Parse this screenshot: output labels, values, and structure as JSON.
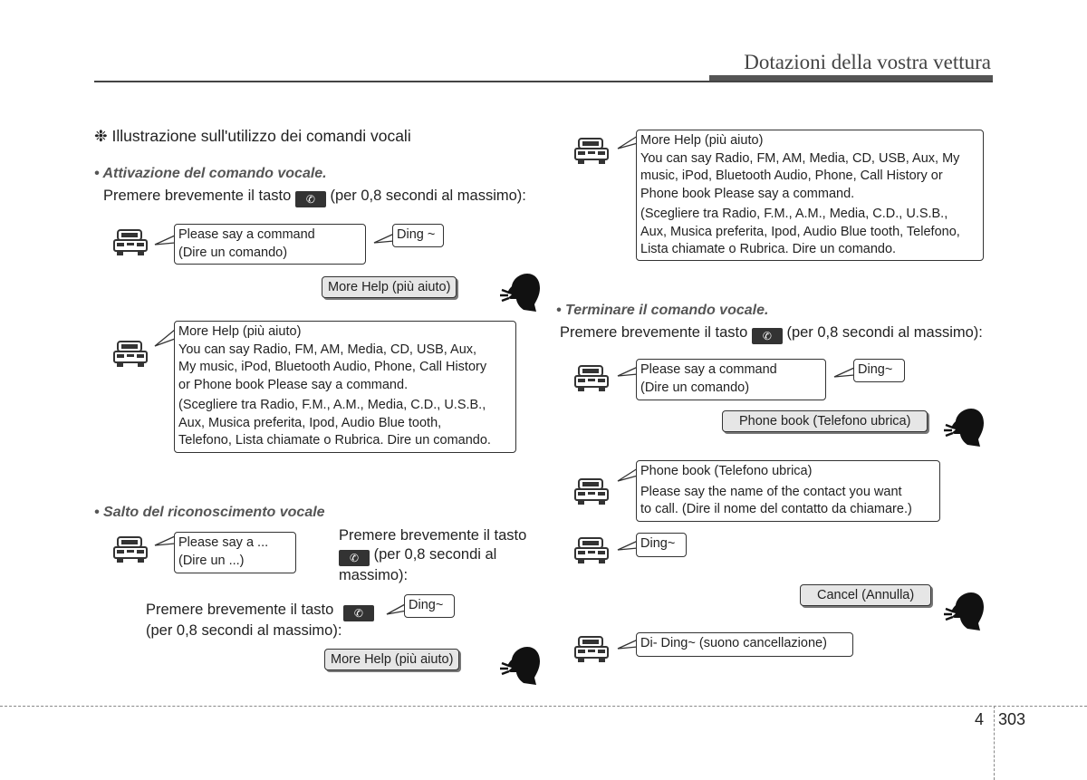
{
  "header": {
    "title": "Dotazioni della vostra vettura"
  },
  "intro": {
    "symbol": "❉",
    "heading": "Illustrazione sull'utilizzo dei comandi vocali"
  },
  "sections": {
    "activate": {
      "title": "• Attivazione del comando vocale.",
      "instruction_pre": "Premere brevemente il tasto",
      "instruction_post": "(per 0,8 secondi al massimo):",
      "car1_l1": "Please say a command",
      "car1_l2": "(Dire un comando)",
      "ding": "Ding ~",
      "speaker": "More Help (più aiuto)",
      "help_l1": "More Help (più aiuto)",
      "help_l2": "You can say Radio, FM, AM, Media, CD, USB, Aux,",
      "help_l3": "My music, iPod, Bluetooth Audio, Phone, Call History",
      "help_l4": "or Phone book Please say a command.",
      "help_l5": "(Scegliere tra Radio, F.M., A.M., Media, C.D., U.S.B.,",
      "help_l6": "Aux, Musica preferita, Ipod, Audio Blue tooth,",
      "help_l7": "Telefono, Lista chiamate o Rubrica. Dire un comando."
    },
    "skip": {
      "title": "• Salto del riconoscimento vocale",
      "car_l1": "Please say a ...",
      "car_l2": "(Dire un ...)",
      "instr_a1": "Premere brevemente il tasto",
      "instr_a2": "(per 0,8 secondi al",
      "instr_a3": "massimo):",
      "instr_b1": "Premere brevemente il tasto",
      "instr_b2": "(per 0,8 secondi al massimo):",
      "ding": "Ding~",
      "speaker": "More Help (più aiuto)"
    },
    "right_help": {
      "l1": "More Help (più aiuto)",
      "l2": "You can say Radio, FM, AM, Media, CD, USB, Aux, My",
      "l3": "music, iPod, Bluetooth Audio, Phone, Call History or",
      "l4": "Phone book Please say a command.",
      "l5": "(Scegliere tra Radio, F.M., A.M., Media, C.D., U.S.B.,",
      "l6": "Aux, Musica preferita, Ipod, Audio Blue tooth, Telefono,",
      "l7": "Lista chiamate o Rubrica. Dire un comando."
    },
    "end": {
      "title": "• Terminare il comando vocale.",
      "instruction_pre": "Premere brevemente il tasto",
      "instruction_post": "(per 0,8 secondi al massimo):",
      "car1_l1": "Please say a command",
      "car1_l2": "(Dire un comando)",
      "ding1": "Ding~",
      "speaker1": "Phone book (Telefono ubrica)",
      "car2_l1": "Phone book (Telefono ubrica)",
      "car2_l2": "Please say the name of the contact you want",
      "car2_l3": "to call. (Dire il nome del contatto da chiamare.)",
      "ding2": "Ding~",
      "speaker2": "Cancel (Annulla)",
      "car3": "Di- Ding~ (suono cancellazione)"
    }
  },
  "footer": {
    "chapter": "4",
    "page": "303"
  }
}
